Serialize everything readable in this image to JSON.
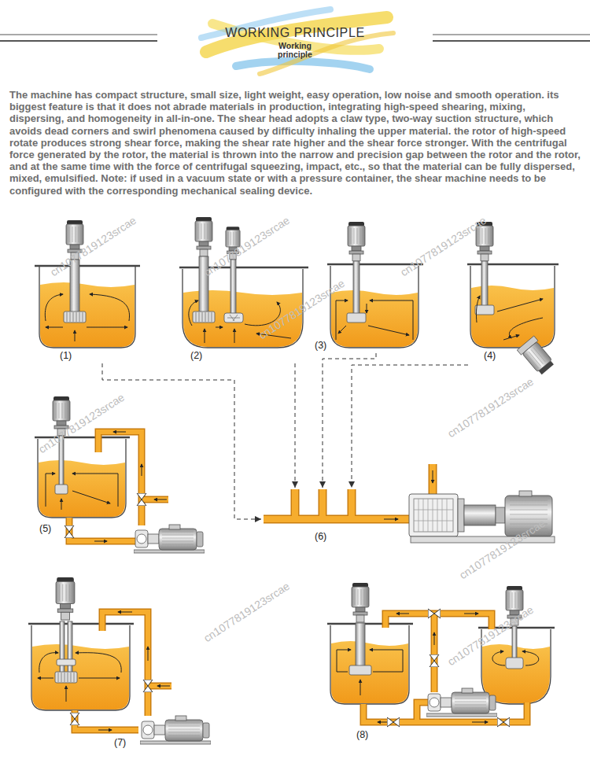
{
  "diagram": {
    "title": "WORKING PRINCIPLE",
    "nodes": [
      {
        "text": [
          "(1)"
        ]
      },
      {
        "text": [
          "(2)"
        ]
      },
      {
        "text": [
          "(3)"
        ]
      },
      {
        "text": [
          "(4)"
        ]
      },
      {
        "text": [
          "(5)"
        ]
      },
      {
        "text": [
          "(6)"
        ]
      },
      {
        "text": [
          "(7)"
        ]
      },
      {
        "text": [
          "(8)"
        ]
      }
    ],
    "edges": [
      {
        "from": 0,
        "to": 5,
        "arrow": "to"
      },
      {
        "from": 1,
        "to": 5,
        "arrow": "to"
      },
      {
        "from": 2,
        "to": 5,
        "arrow": "to"
      },
      {
        "from": 3,
        "to": 5,
        "arrow": "to"
      }
    ],
    "labels": [
      "Working principle",
      "The machine has compact structure, small size, light weight, easy operation, low noise and smooth operation. its biggest feature is that it does not abrade materials in production, integrating high-speed shearing, mixing, dispersing, and homogeneity in all-in-one. The shear head adopts a claw type, two-way suction structure, which avoids dead corners and swirl phenomena caused by difficulty inhaling the upper material. the rotor of high-speed rotate produces strong shear force, making the shear rate higher and the shear force stronger. With the centrifugal force generated by the rotor, the material is thrown into the narrow and precision gap between the rotor and the rotor, and at the same time with the force of centrifugal squeezing, impact, etc., so that the material can be fully dispersed, mixed, emulsified. Note: if used in a vacuum state or with a pressure container, the shear machine needs to be configured with the corresponding mechanical sealing device.",
      "cn1077819123srcae",
      "cn1077819123srcae",
      "cn1077819123srcae",
      "cn1077819123srcae",
      "cn1077819123srcae",
      "cn1077819123srcae",
      "cn1077819123srcae",
      "cn1077819123srcae",
      "cn1077819123srcae"
    ]
  }
}
